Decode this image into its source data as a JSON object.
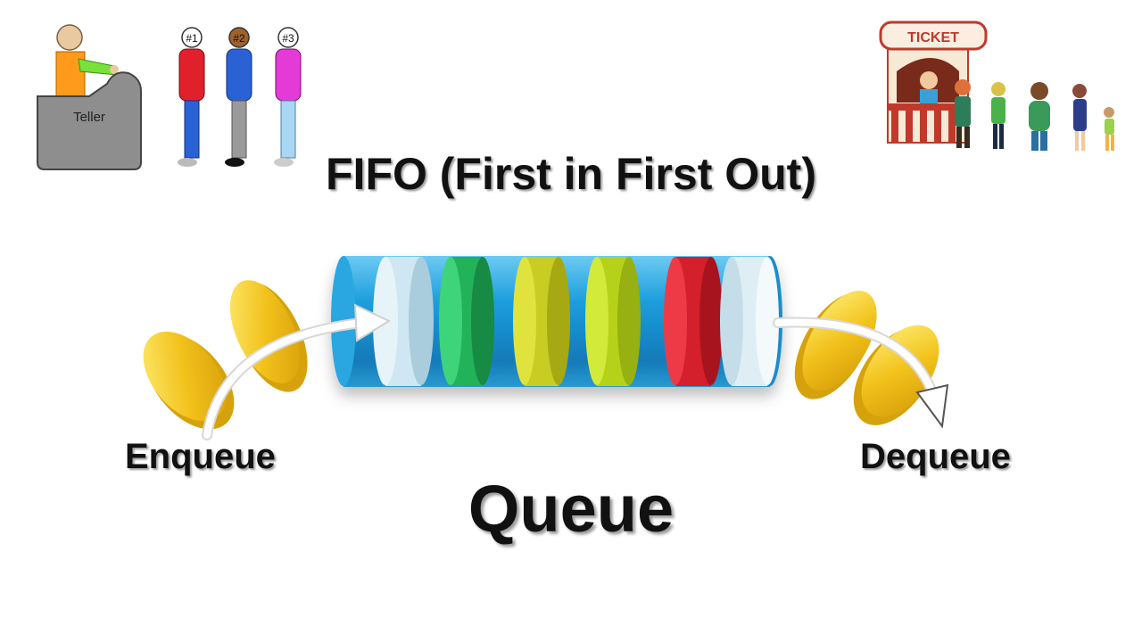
{
  "title": "FIFO (First in First Out)",
  "labels": {
    "enqueue": "Enqueue",
    "dequeue": "Dequeue",
    "queue": "Queue"
  },
  "teller_scene": {
    "teller_sign": "Teller",
    "customers": [
      "#1",
      "#2",
      "#3"
    ]
  },
  "ticket_booth": {
    "sign": "TICKET"
  },
  "colors": {
    "tube": "#1a9ad6",
    "coin": "#f2c21b",
    "disks": [
      "#cfe7f3",
      "#22b35a",
      "#c9cc22",
      "#b6d11a",
      "#d4202c",
      "#dfeef5"
    ]
  }
}
